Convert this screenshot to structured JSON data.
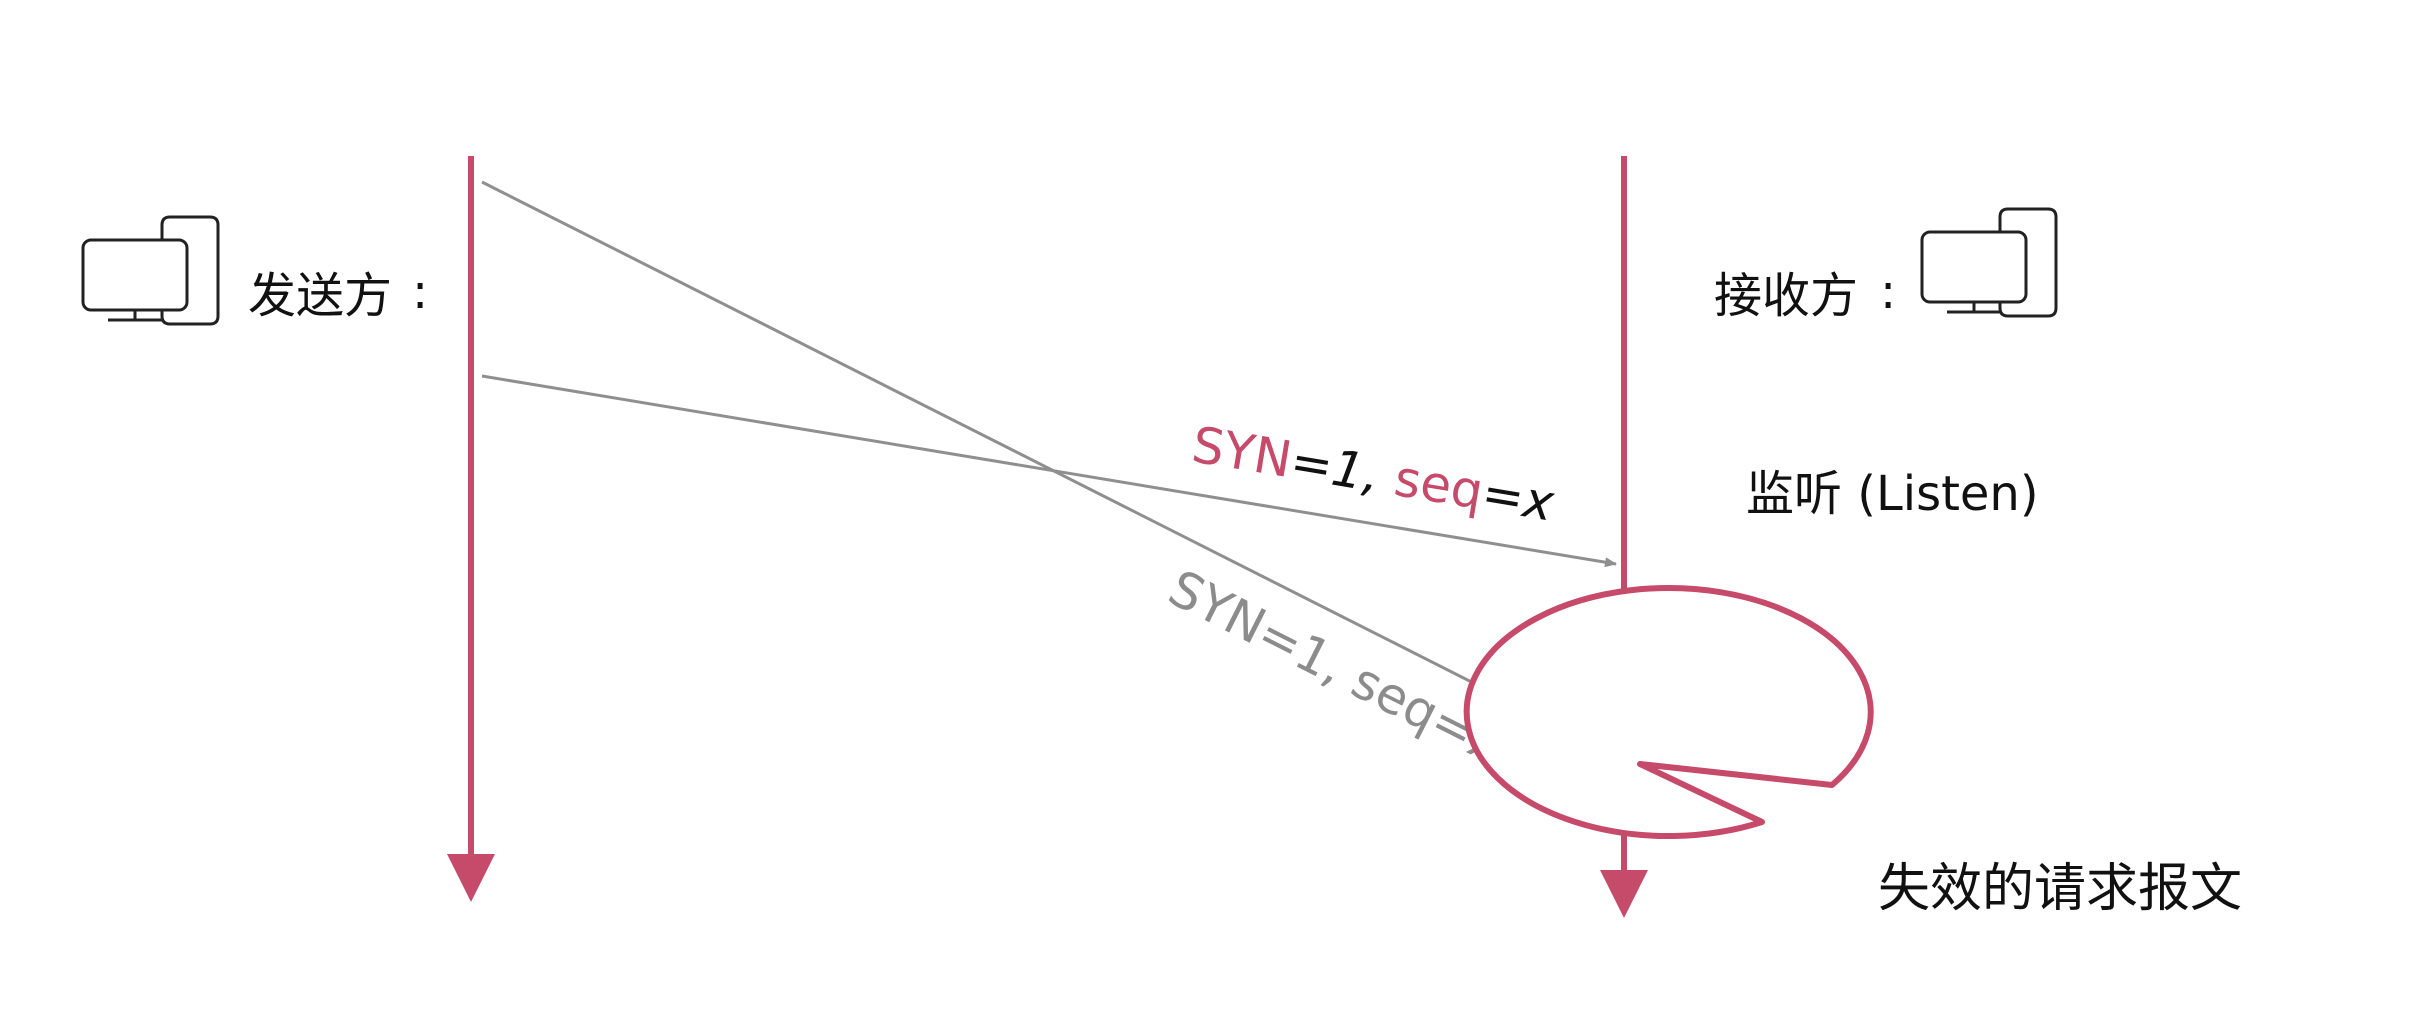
{
  "sender": {
    "label": "发送方",
    "colon": ":",
    "icon": "computer-icon"
  },
  "receiver": {
    "label": "接收方",
    "colon": ":",
    "state": "监听 (Listen)",
    "icon": "computer-icon"
  },
  "message_new": {
    "syn_key": "SYN",
    "syn_rest": "=1, ",
    "seq_key": "seq",
    "seq_rest": "=x"
  },
  "message_stale": {
    "text": "SYN=1, seq=x"
  },
  "callout": {
    "text": "失效的请求报文"
  },
  "colors": {
    "accent": "#c64a6a",
    "arrow": "#8f8f8f",
    "stale_text": "#8c8c8c",
    "text": "#111111"
  }
}
